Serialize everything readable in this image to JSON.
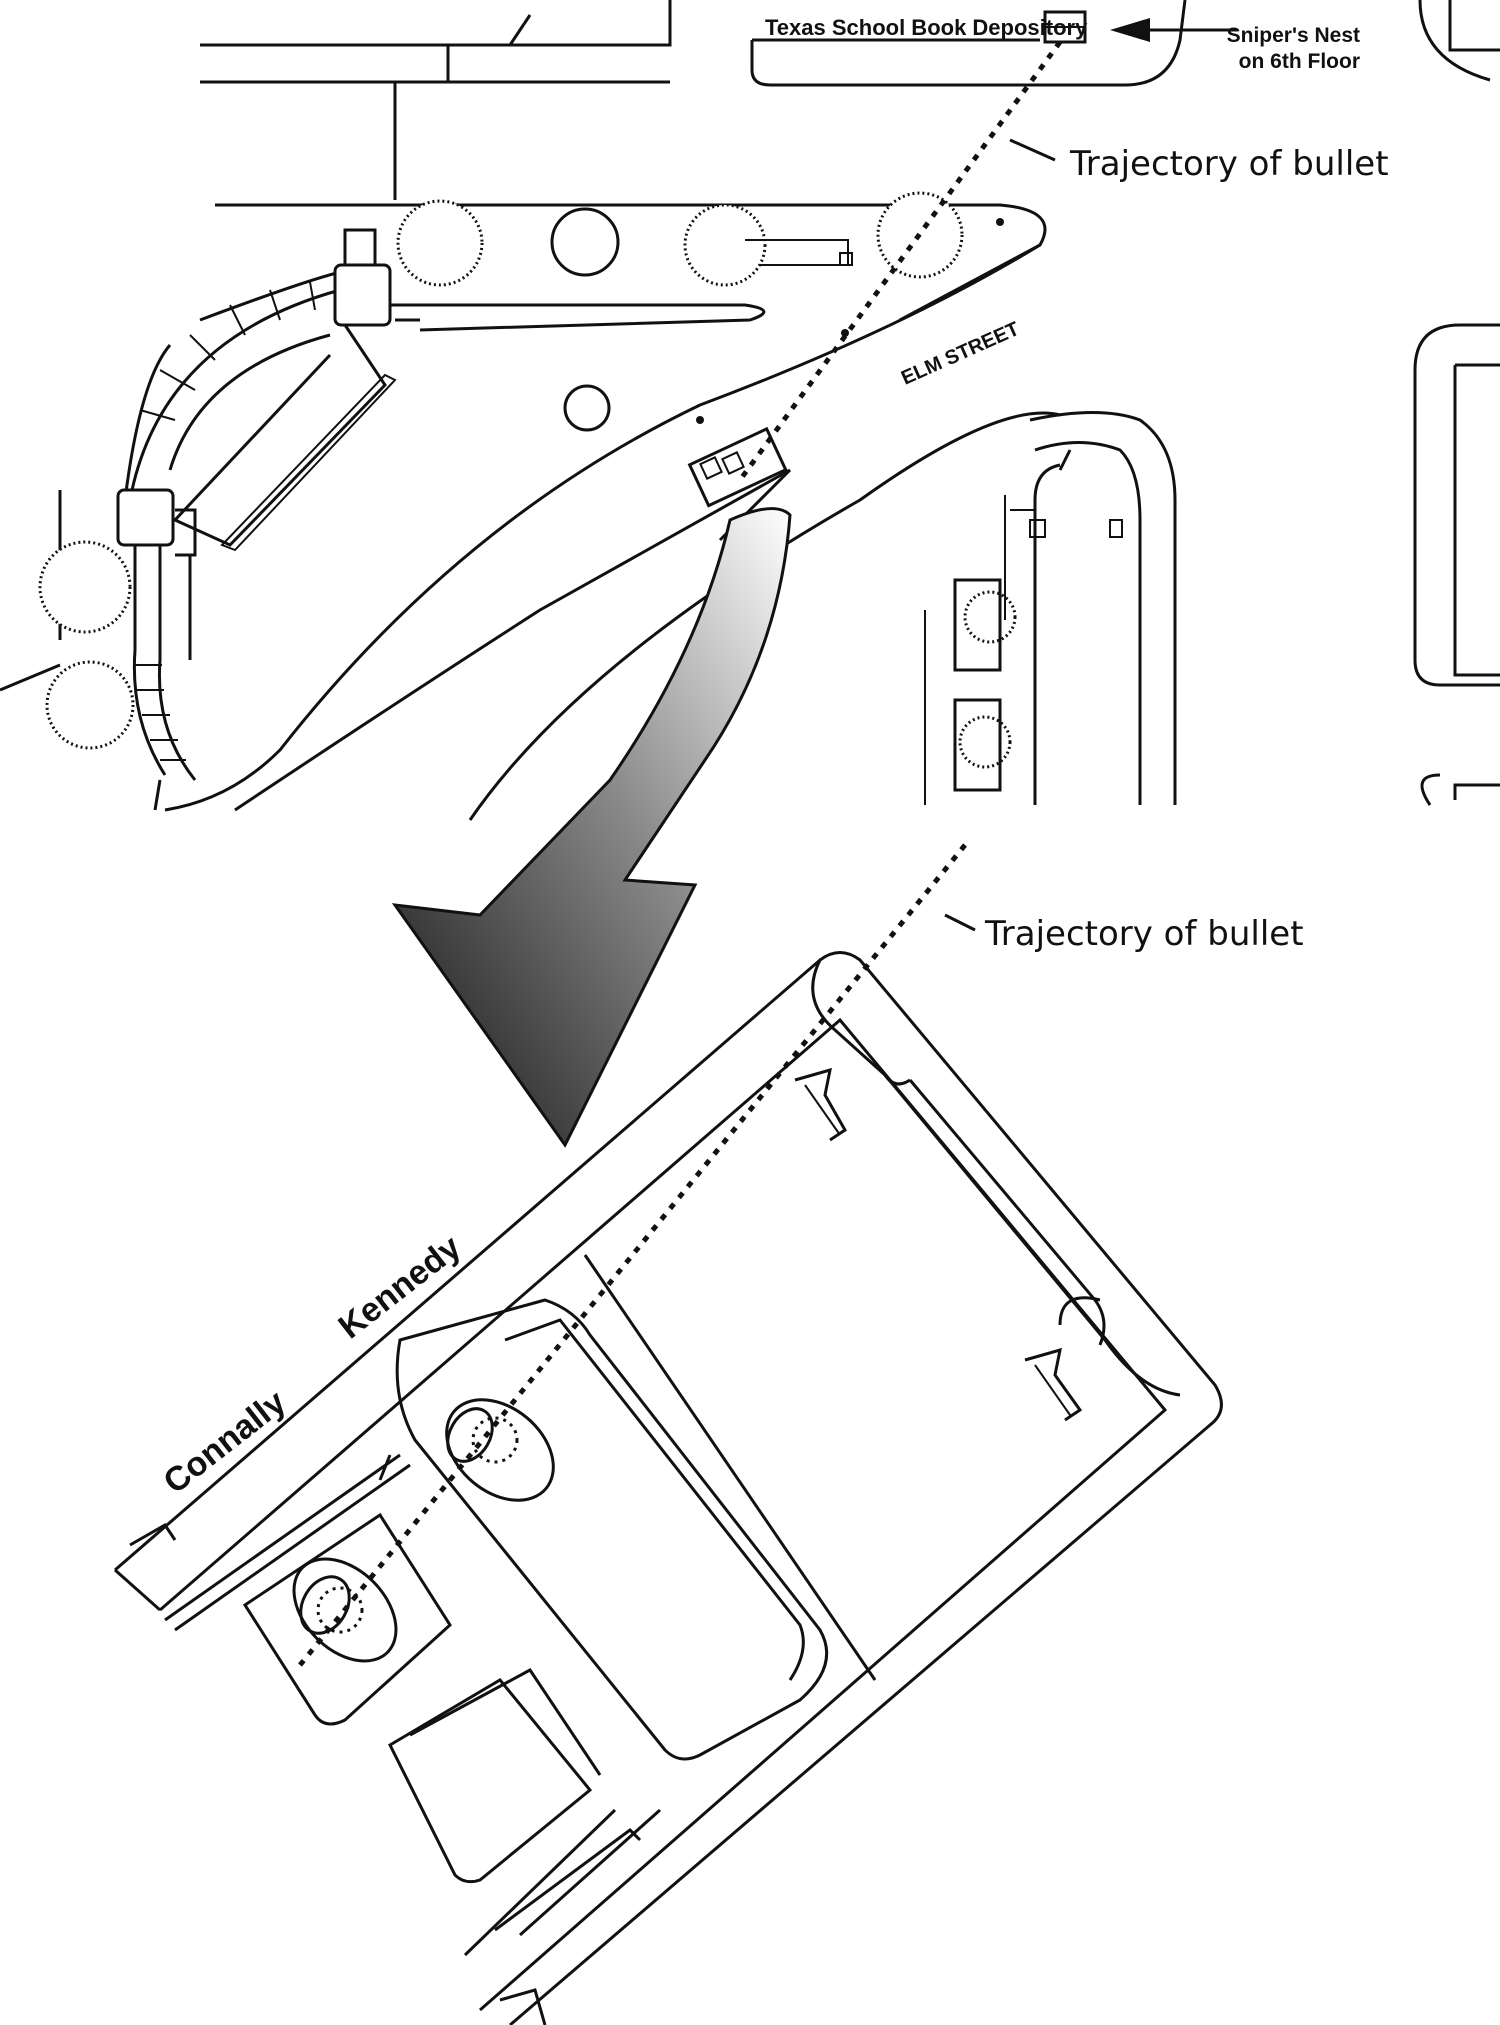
{
  "labels": {
    "depository": "Texas School Book Depository",
    "sniper_line1": "Sniper's Nest",
    "sniper_line2": "on 6th Floor",
    "trajectory_top": "Trajectory of bullet",
    "elm_street": "ELM STREET",
    "trajectory_bottom": "Trajectory of bullet",
    "kennedy": "Kennedy",
    "connally": "Connally"
  },
  "colors": {
    "ink": "#111111",
    "background": "#ffffff",
    "arrow_dark": "#111111",
    "arrow_light": "#ffffff"
  }
}
